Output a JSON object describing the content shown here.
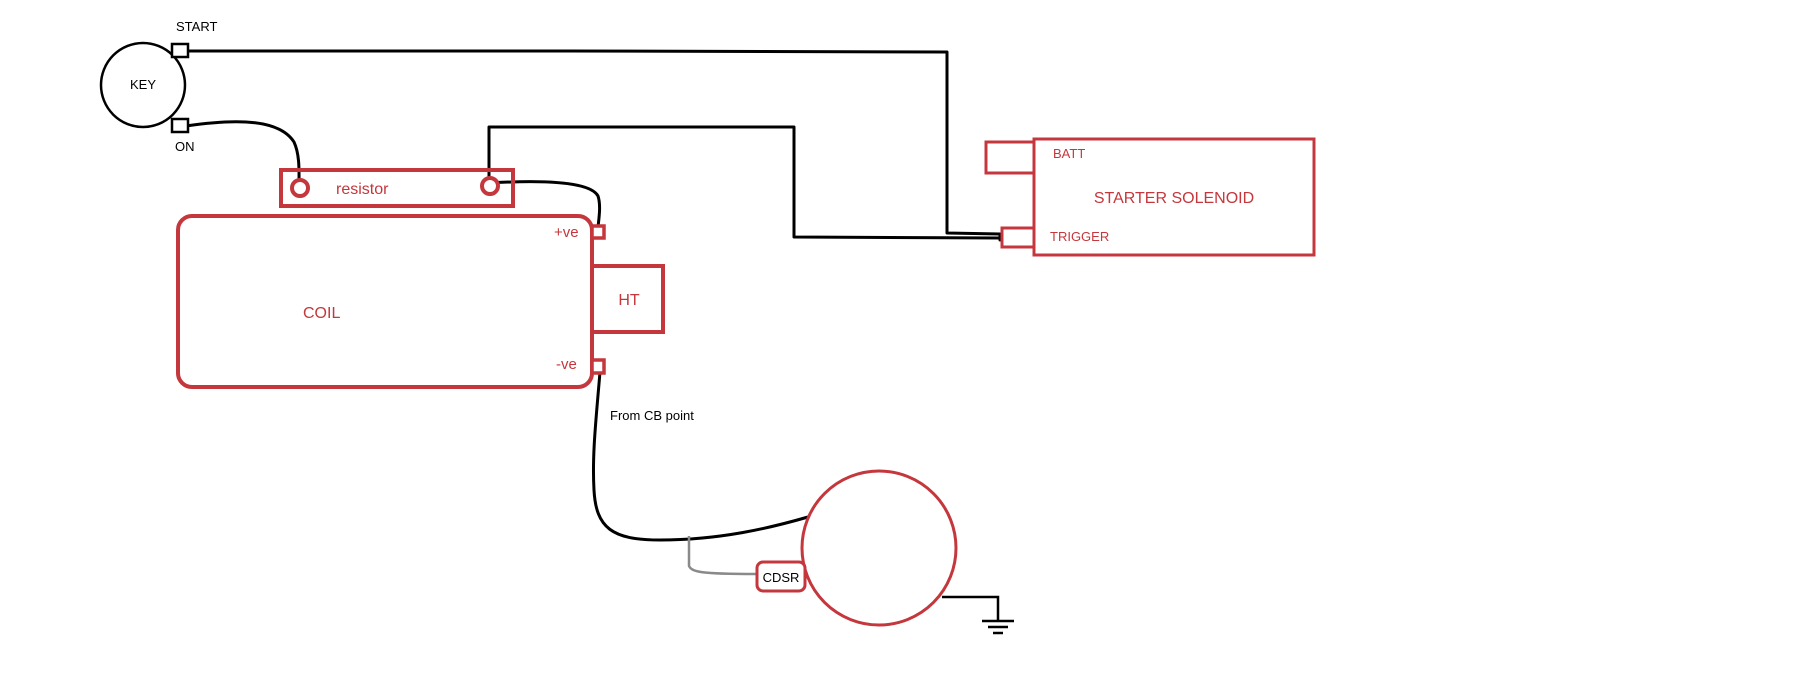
{
  "colors": {
    "component": "#c4373c",
    "wire": "#000000",
    "condenser_wire": "#8a8a8a"
  },
  "key": {
    "label": "KEY",
    "start_label": "START",
    "on_label": "ON"
  },
  "resistor": {
    "label": "resistor"
  },
  "coil": {
    "label": "COIL",
    "pos_label": "+ve",
    "neg_label": "-ve",
    "ht_label": "HT"
  },
  "solenoid": {
    "label": "STARTER SOLENOID",
    "batt_label": "BATT",
    "trigger_label": "TRIGGER"
  },
  "distributor": {
    "wire_note": "From CB point",
    "condenser_label": "CDSR"
  },
  "icons": {
    "ground": "ground-symbol-icon"
  }
}
